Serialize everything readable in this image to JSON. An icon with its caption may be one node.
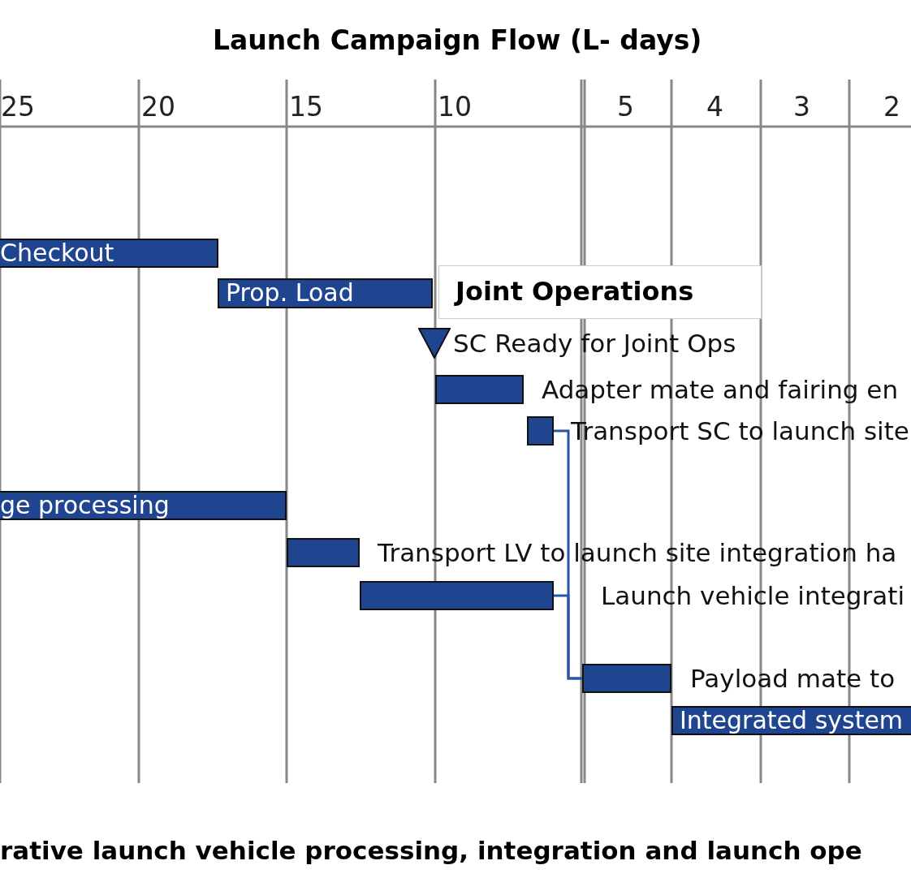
{
  "diagram": {
    "title": "Launch Campaign Flow (L- days)",
    "caption": "rative launch vehicle processing, integration and launch ope",
    "nodes": [
      {
        "text": [
          "Checkout"
        ]
      },
      {
        "text": [
          "Prop. Load"
        ]
      },
      {
        "text": [
          "Joint Operations"
        ]
      },
      {
        "text": [],
        "shape": "triangle",
        "beside": [
          "SC Ready for Joint Ops"
        ]
      },
      {
        "text": [],
        "shape": "bar",
        "beside": [
          "Adapter mate and fairing en"
        ]
      },
      {
        "text": [],
        "shape": "bar",
        "beside": [
          "Transport SC to launch site"
        ]
      },
      {
        "text": [
          "ge processing"
        ]
      },
      {
        "text": [],
        "shape": "bar",
        "beside": [
          "Transport LV to launch site integration ha"
        ]
      },
      {
        "text": [],
        "shape": "bar",
        "beside": [
          "Launch vehicle integrati"
        ]
      },
      {
        "text": [],
        "shape": "bar",
        "beside": [
          "Payload mate to"
        ]
      },
      {
        "text": [
          "Integrated system"
        ]
      }
    ],
    "edges": [
      {
        "from": 5,
        "to": 9,
        "arrow": "none"
      },
      {
        "from": 8,
        "to": 9,
        "arrow": "none"
      }
    ],
    "labels": [
      "25",
      "20",
      "15",
      "10",
      "5",
      "4",
      "3",
      "2"
    ]
  }
}
